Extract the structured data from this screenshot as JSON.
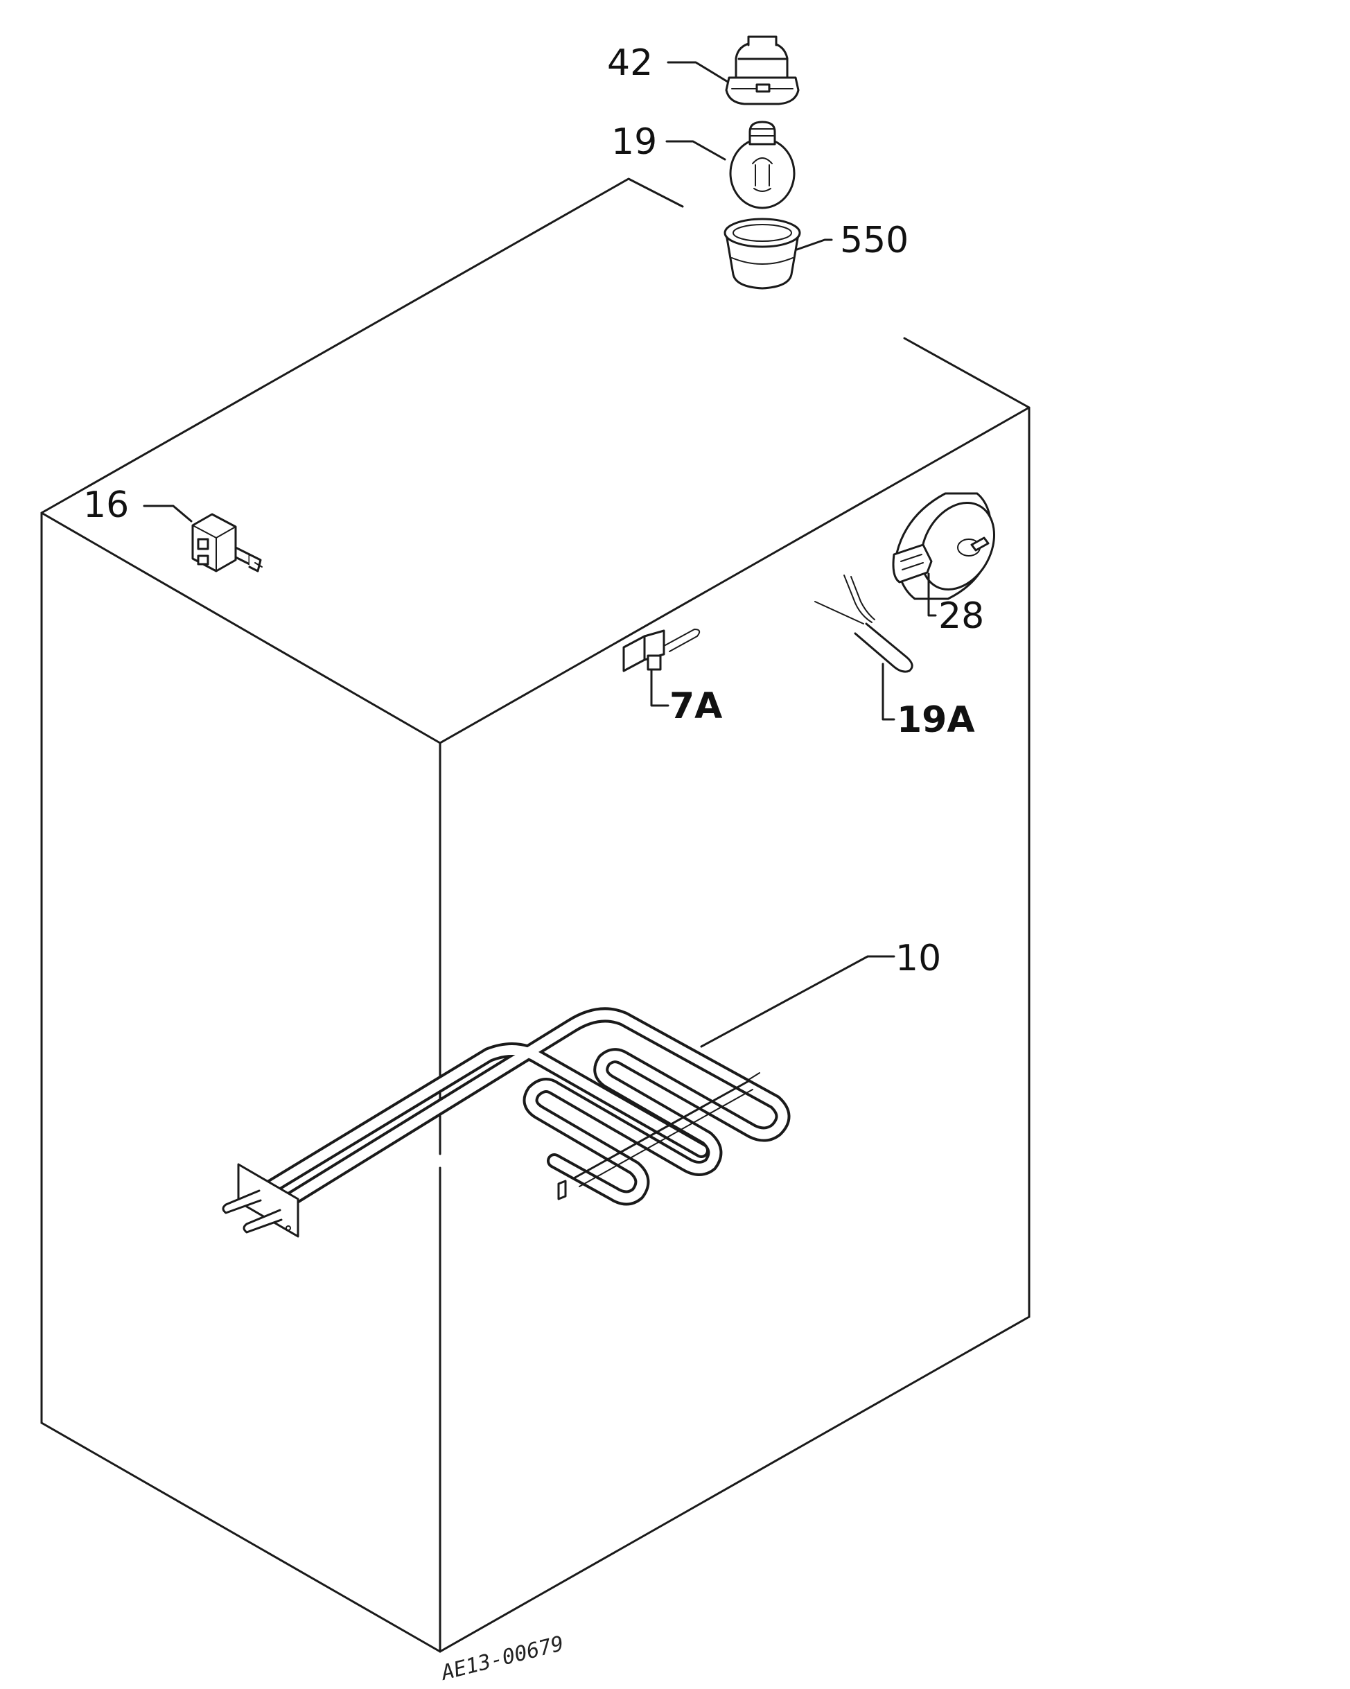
{
  "diagram": {
    "callouts": {
      "lamp_holder": "42",
      "bulb": "19",
      "lamp_cover": "550",
      "switch": "16",
      "motor": "28",
      "micro_switch": "7A",
      "sensor": "19A",
      "heating_element": "10"
    },
    "reference_code": "AE13-00679"
  }
}
